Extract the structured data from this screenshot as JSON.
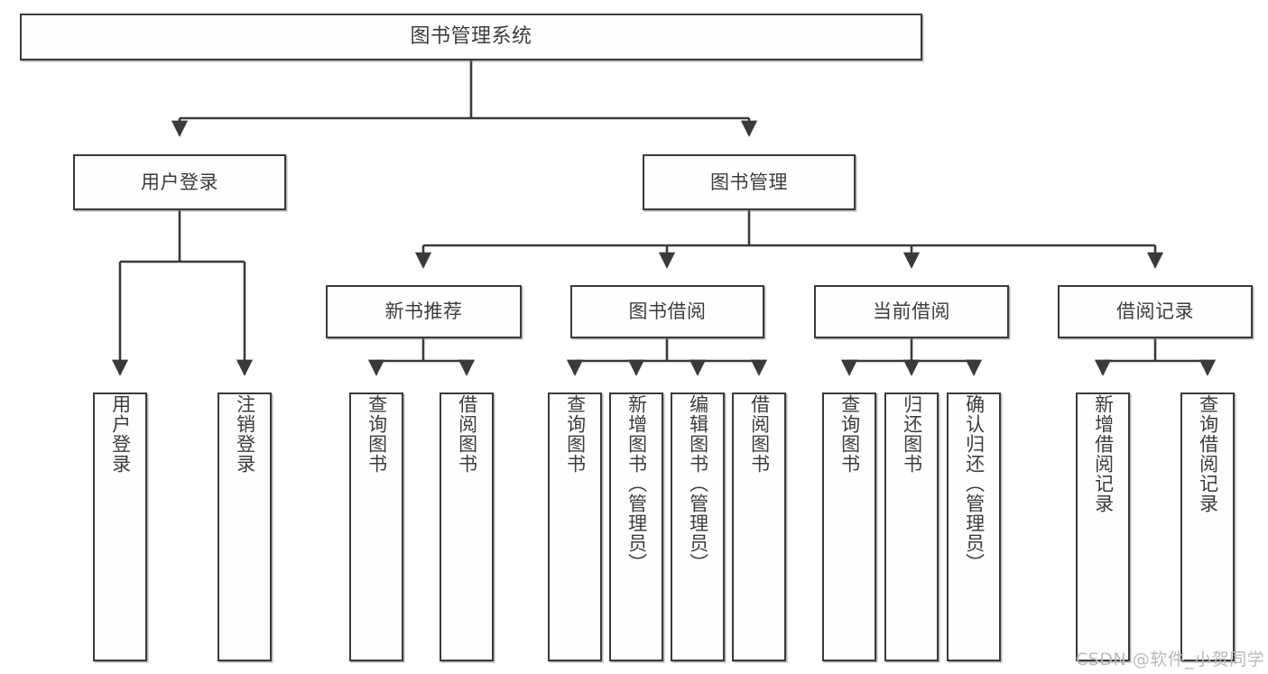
{
  "diagram": {
    "type": "tree-flowchart",
    "title": "图书管理系统",
    "watermark": "CSDN @软件_小贺同学",
    "colors": {
      "stroke": "#3a3a3a",
      "fill": "#fefefe",
      "text": "#3d3d3d",
      "watermark": "#b9b9b9",
      "background": "#ffffff"
    },
    "nodes": {
      "root": {
        "label": "图书管理系统"
      },
      "level2": [
        {
          "label": "用户登录"
        },
        {
          "label": "图书管理"
        }
      ],
      "level3": [
        {
          "label": "新书推荐"
        },
        {
          "label": "图书借阅"
        },
        {
          "label": "当前借阅"
        },
        {
          "label": "借阅记录"
        }
      ],
      "leaves": {
        "user_login": [
          {
            "label": "用户登录"
          },
          {
            "label": "注销登录"
          }
        ],
        "new_book_recommend": [
          {
            "label": "查询图书"
          },
          {
            "label": "借阅图书"
          }
        ],
        "book_borrow": [
          {
            "label": "查询图书"
          },
          {
            "label": "新增图书（管理员）"
          },
          {
            "label": "编辑图书（管理员）"
          },
          {
            "label": "借阅图书"
          }
        ],
        "current_borrow": [
          {
            "label": "查询图书"
          },
          {
            "label": "归还图书"
          },
          {
            "label": "确认归还（管理员）"
          }
        ],
        "borrow_record": [
          {
            "label": "新增借阅记录"
          },
          {
            "label": "查询借阅记录"
          }
        ]
      }
    }
  }
}
